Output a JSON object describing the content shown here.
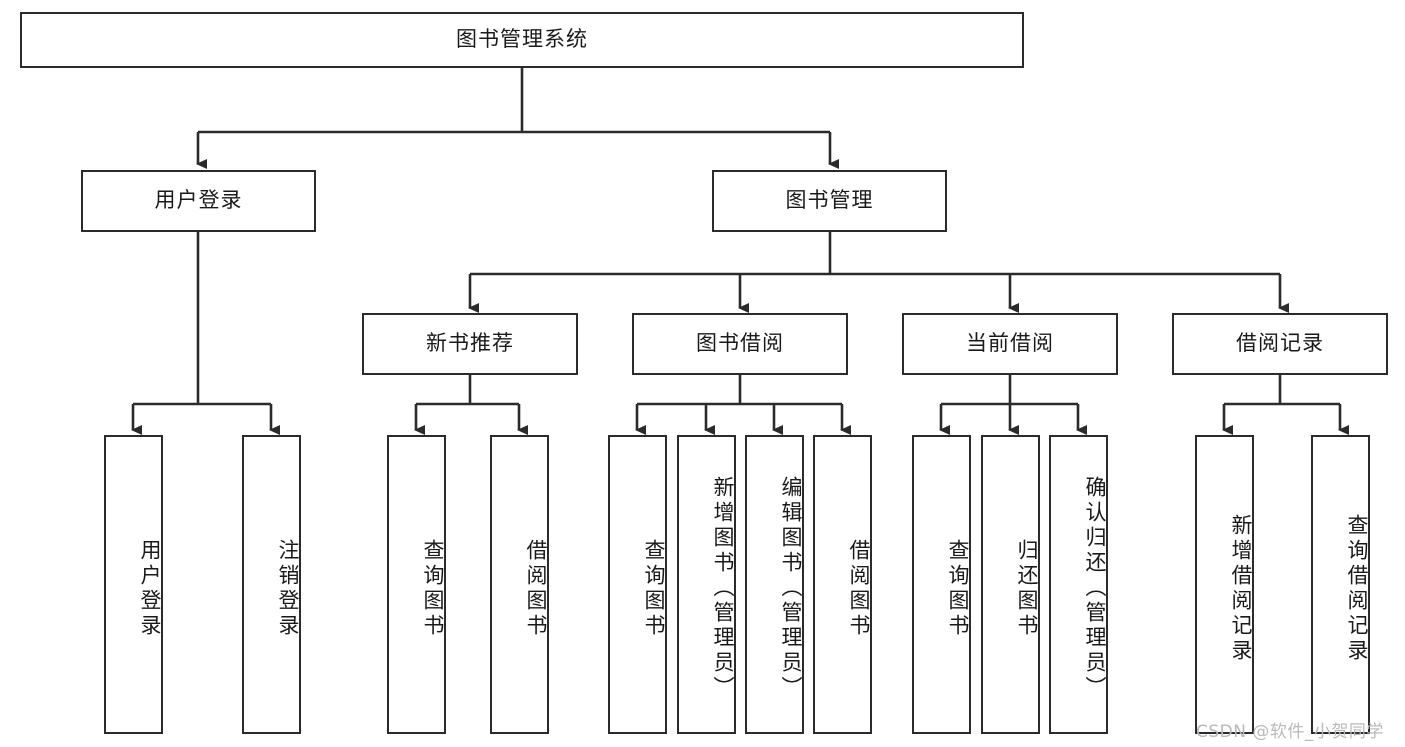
{
  "diagram": {
    "title": "图书管理系统",
    "type": "tree-hierarchy-chart",
    "colors": {
      "box_border": "#2b2b2b",
      "box_fill": "#ffffff",
      "edge": "#2b2b2b",
      "text": "#1a1a1a",
      "watermark": "#b9b9b9",
      "background": "#ffffff"
    }
  },
  "root": {
    "label": "图书管理系统"
  },
  "level1": [
    {
      "label": "用户登录"
    },
    {
      "label": "图书管理"
    }
  ],
  "level2": [
    {
      "label": "新书推荐"
    },
    {
      "label": "图书借阅"
    },
    {
      "label": "当前借阅"
    },
    {
      "label": "借阅记录"
    }
  ],
  "leaves": {
    "user_login": [
      {
        "label": "用户登录"
      },
      {
        "label": "注销登录"
      }
    ],
    "new_book_recommend": [
      {
        "label": "查询图书"
      },
      {
        "label": "借阅图书"
      }
    ],
    "book_borrow": [
      {
        "label": "查询图书"
      },
      {
        "label": "新增图书（管理员）"
      },
      {
        "label": "编辑图书（管理员）"
      },
      {
        "label": "借阅图书"
      }
    ],
    "current_borrow": [
      {
        "label": "查询图书"
      },
      {
        "label": "归还图书"
      },
      {
        "label": "确认归还（管理员）"
      }
    ],
    "borrow_record": [
      {
        "label": "新增借阅记录"
      },
      {
        "label": "查询借阅记录"
      }
    ]
  },
  "watermark": {
    "text": "CSDN @软件_小贺同学"
  }
}
